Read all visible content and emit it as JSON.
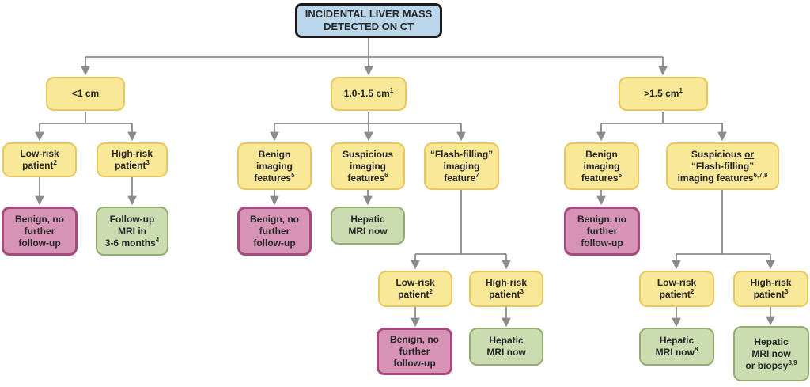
{
  "colors": {
    "node_blue_fill": "#b9d6ea",
    "node_blue_border": "#1b1b1b",
    "node_yellow_fill": "#f8e897",
    "node_yellow_border": "#e7c75f",
    "node_pink_fill": "#d693b5",
    "node_pink_border": "#a8487c",
    "node_green_fill": "#cbdcb0",
    "node_green_border": "#94ab72",
    "connector": "#8b8b8b",
    "text": "#262626"
  },
  "nodes": {
    "root": {
      "lines": [
        {
          "t": "INCIDENTAL LIVER MASS"
        },
        {
          "t": "DETECTED ON CT"
        }
      ]
    },
    "size_lt1": {
      "lines": [
        {
          "t": "<1 cm"
        }
      ]
    },
    "size_1_15": {
      "lines": [
        {
          "t": "1.0-1.5 cm",
          "s": "1"
        }
      ]
    },
    "size_gt15": {
      "lines": [
        {
          "t": ">1.5 cm",
          "s": "1"
        }
      ]
    },
    "lt1_low": {
      "lines": [
        {
          "t": "Low-risk"
        },
        {
          "t": "patient",
          "s": "2"
        }
      ]
    },
    "lt1_high": {
      "lines": [
        {
          "t": "High-risk"
        },
        {
          "t": "patient",
          "s": "3"
        }
      ]
    },
    "lt1_low_out": {
      "lines": [
        {
          "t": "Benign, no"
        },
        {
          "t": "further"
        },
        {
          "t": "follow-up"
        }
      ]
    },
    "lt1_high_out": {
      "lines": [
        {
          "t": "Follow-up"
        },
        {
          "t": "MRI in"
        },
        {
          "t": "3-6 months",
          "s": "4"
        }
      ]
    },
    "mid_benign": {
      "lines": [
        {
          "t": "Benign"
        },
        {
          "t": "imaging"
        },
        {
          "t": "features",
          "s": "5"
        }
      ]
    },
    "mid_susp": {
      "lines": [
        {
          "t": "Suspicious"
        },
        {
          "t": "imaging"
        },
        {
          "t": "features",
          "s": "6"
        }
      ]
    },
    "mid_flash": {
      "lines": [
        {
          "t": "“Flash-filling”"
        },
        {
          "t": "imaging"
        },
        {
          "t": "feature",
          "s": "7"
        }
      ]
    },
    "mid_benign_out": {
      "lines": [
        {
          "t": "Benign, no"
        },
        {
          "t": "further"
        },
        {
          "t": "follow-up"
        }
      ]
    },
    "mid_susp_out": {
      "lines": [
        {
          "t": "Hepatic"
        },
        {
          "t": "MRI now"
        }
      ]
    },
    "mid_low": {
      "lines": [
        {
          "t": "Low-risk"
        },
        {
          "t": "patient",
          "s": "2"
        }
      ]
    },
    "mid_high": {
      "lines": [
        {
          "t": "High-risk"
        },
        {
          "t": "patient",
          "s": "3"
        }
      ]
    },
    "mid_low_out": {
      "lines": [
        {
          "t": "Benign, no"
        },
        {
          "t": "further"
        },
        {
          "t": "follow-up"
        }
      ]
    },
    "mid_high_out": {
      "lines": [
        {
          "t": "Hepatic"
        },
        {
          "t": "MRI now"
        }
      ]
    },
    "gt15_benign": {
      "lines": [
        {
          "t": "Benign"
        },
        {
          "t": "imaging"
        },
        {
          "t": "features",
          "s": "5"
        }
      ]
    },
    "gt15_suspflash": {
      "lines": [
        {
          "t": "Suspicious ",
          "u": "or"
        },
        {
          "t": "“Flash-filling”"
        },
        {
          "t": "imaging features",
          "s": "6,7,8"
        }
      ]
    },
    "gt15_benign_out": {
      "lines": [
        {
          "t": "Benign, no"
        },
        {
          "t": "further"
        },
        {
          "t": "follow-up"
        }
      ]
    },
    "gt15_low": {
      "lines": [
        {
          "t": "Low-risk"
        },
        {
          "t": "patient",
          "s": "2"
        }
      ]
    },
    "gt15_high": {
      "lines": [
        {
          "t": "High-risk"
        },
        {
          "t": "patient",
          "s": "3"
        }
      ]
    },
    "gt15_low_out": {
      "lines": [
        {
          "t": "Hepatic"
        },
        {
          "t": "MRI now",
          "s": "8"
        }
      ]
    },
    "gt15_high_out": {
      "lines": [
        {
          "t": "Hepatic"
        },
        {
          "t": "MRI now"
        },
        {
          "t": "or biopsy",
          "s": "8,9"
        }
      ]
    }
  }
}
